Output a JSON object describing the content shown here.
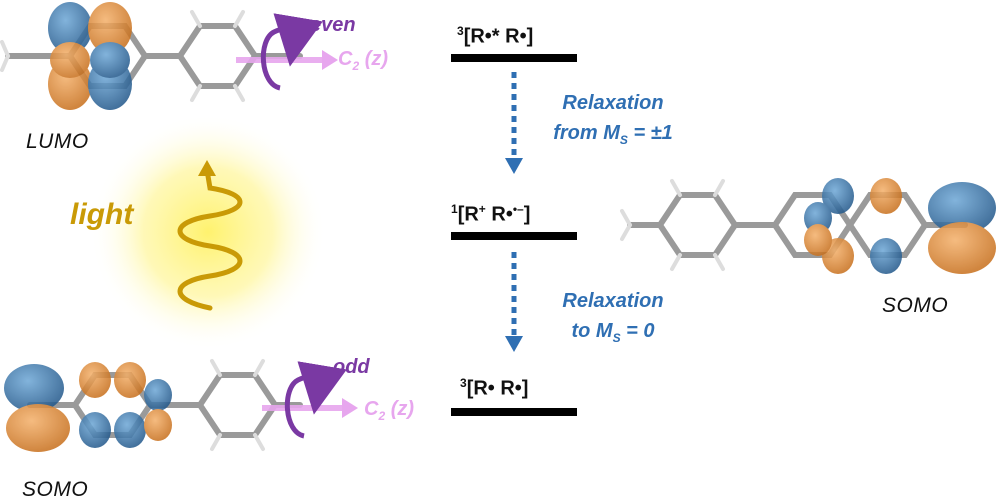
{
  "orbitals": {
    "lumo_label": "LUMO",
    "somo_bottom_label": "SOMO",
    "somo_right_label": "SOMO"
  },
  "symmetry": {
    "top_parity": "even",
    "bottom_parity": "odd",
    "axis_letter": "C",
    "axis_subscript": "2",
    "axis_suffix": " (z)"
  },
  "excitation": {
    "label": "light"
  },
  "states": {
    "top": {
      "multiplicity": "3",
      "formula": "[R•* R•]"
    },
    "middle": {
      "multiplicity": "1",
      "formula_a": "[R",
      "charge_a": "+",
      "formula_b": " R•",
      "charge_b": "•–",
      "formula_c": "]"
    },
    "bottom": {
      "multiplicity": "3",
      "formula": "[R• R•]"
    }
  },
  "relaxation": {
    "first_line1": "Relaxation",
    "first_line2_prefix": "from M",
    "first_line2_sub": "S",
    "first_line2_suffix": " = ±1",
    "second_line1": "Relaxation",
    "second_line2_prefix": "to M",
    "second_line2_sub": "S",
    "second_line2_suffix": " = 0"
  },
  "colors": {
    "lobe_blue": "#2e6fa8",
    "lobe_orange": "#e08a2c",
    "relax_blue": "#2f6fb3",
    "parity_purple": "#7a39a3",
    "axis_pink": "#e7a6ee",
    "light_gold": "#c99a06",
    "glow_yellow": "#fff07a"
  }
}
